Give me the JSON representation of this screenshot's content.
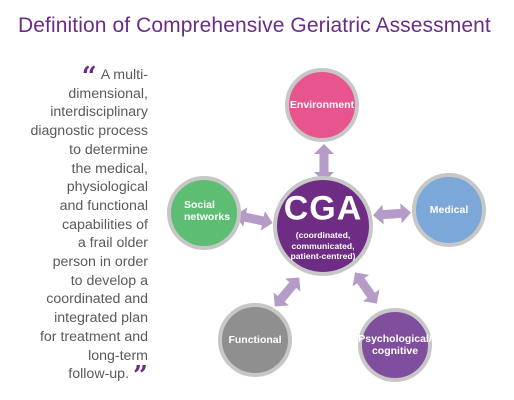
{
  "title": "Definition of Comprehensive Geriatric Assessment",
  "quote": {
    "open_mark": "“",
    "close_mark": "”",
    "lines": [
      "A multi-",
      "dimensional,",
      "interdisciplinary",
      "diagnostic process",
      "to determine",
      "the medical,",
      "physiological",
      "and functional",
      "capabilities of",
      "a frail older",
      "person in order",
      "to develop a",
      "coordinated and",
      "integrated plan",
      "for treatment and",
      "long-term",
      "follow-up."
    ]
  },
  "center": {
    "label": "CGA",
    "sub_lines": [
      "(coordinated,",
      "communicated,",
      "patient-centred)"
    ],
    "color": "#6f2c85"
  },
  "nodes": {
    "environment": {
      "label": "Environment",
      "color": "#e8558e"
    },
    "medical": {
      "label": "Medical",
      "color": "#7ba7d9"
    },
    "psychological": {
      "label_lines": [
        "Psychological/",
        "cognitive"
      ],
      "color": "#7f4e9c"
    },
    "functional": {
      "label": "Functional",
      "color": "#8f8f8f"
    },
    "social": {
      "label_lines": [
        "Social",
        "networks"
      ],
      "color": "#5cbd73"
    }
  },
  "colors": {
    "title": "#6a2c86",
    "ring": "#c7c7c7",
    "arrow": "#b59bc7",
    "body_text": "#5a5a5a"
  }
}
